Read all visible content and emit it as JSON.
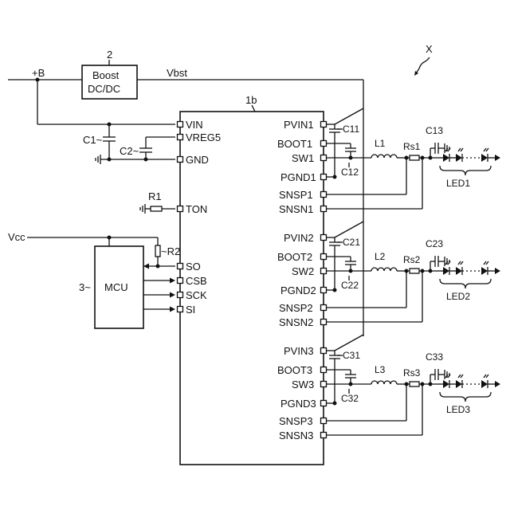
{
  "figure_label": "X",
  "supply": {
    "plus_b": "+B",
    "vbst": "Vbst",
    "vcc": "Vcc"
  },
  "boost": {
    "ref": "2",
    "line1": "Boost",
    "line2": "DC/DC"
  },
  "ic": {
    "ref": "1b",
    "left_pins": [
      "VIN",
      "VREG5",
      "GND",
      "TON",
      "SO",
      "CSB",
      "SCK",
      "SI"
    ],
    "channels": [
      {
        "pins": [
          "PVIN1",
          "BOOT1",
          "SW1",
          "PGND1",
          "SNSP1",
          "SNSN1"
        ]
      },
      {
        "pins": [
          "PVIN2",
          "BOOT2",
          "SW2",
          "PGND2",
          "SNSP2",
          "SNSN2"
        ]
      },
      {
        "pins": [
          "PVIN3",
          "BOOT3",
          "SW3",
          "PGND3",
          "SNSP3",
          "SNSN3"
        ]
      }
    ]
  },
  "components": {
    "c1": "C1",
    "c2": "C2",
    "r1": "R1",
    "r2": "R2",
    "mcu_ref": "3",
    "mcu": "MCU",
    "tilde": "~"
  },
  "channel_parts": [
    {
      "c_top": "C11",
      "c_bot": "C12",
      "l": "L1",
      "rs": "Rs1",
      "c_out": "C13",
      "led": "LED1"
    },
    {
      "c_top": "C21",
      "c_bot": "C22",
      "l": "L2",
      "rs": "Rs2",
      "c_out": "C23",
      "led": "LED2"
    },
    {
      "c_top": "C31",
      "c_bot": "C32",
      "l": "L3",
      "rs": "Rs3",
      "c_out": "C33",
      "led": "LED3"
    }
  ]
}
